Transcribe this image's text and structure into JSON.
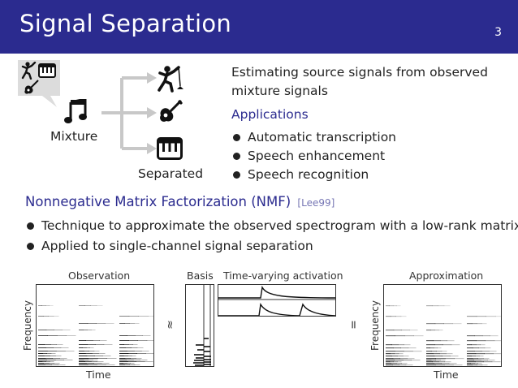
{
  "header": {
    "title": "Signal Separation",
    "page_number": "3"
  },
  "diagram": {
    "mixture_label": "Mixture",
    "separated_label": "Separated",
    "icons": [
      "dancing-singer-icon",
      "guitar-icon",
      "piano-keyboard-icon",
      "music-note-icon"
    ],
    "arrow_color": "#c8c8c8"
  },
  "intro": {
    "line1": "Estimating source signals from observed",
    "line2": "mixture signals",
    "applications_heading": "Applications",
    "applications": [
      "Automatic transcription",
      "Speech enhancement",
      "Speech recognition"
    ]
  },
  "nmf": {
    "heading": "Nonnegative Matrix Factorization (NMF)",
    "citation": "[Lee99]",
    "bullets": [
      "Technique to approximate the observed spectrogram with a low-rank matrix",
      "Applied to single-channel signal separation"
    ]
  },
  "figure": {
    "observation_label": "Observation",
    "basis_label": "Basis",
    "activation_label": "Time-varying activation",
    "approximation_label": "Approximation",
    "frequency_label": "Frequency",
    "time_label": "Time",
    "approx_symbol": "≈",
    "equals_symbol": "="
  },
  "colors": {
    "header": "#2b2b8f",
    "accent": "#2b2b8f"
  }
}
